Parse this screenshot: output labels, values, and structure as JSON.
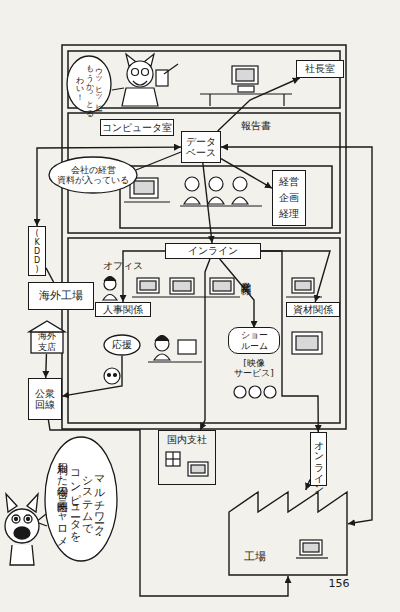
{
  "diagram": {
    "nodes": [
      {
        "text": [
          "社長室"
        ]
      },
      {
        "text": [
          "ウッヒッヒー もうかっとる わい！"
        ]
      },
      {
        "text": [
          "コンピュータ室"
        ]
      },
      {
        "text": [
          "データ ベース"
        ]
      },
      {
        "text": [
          "会社の経営 資料が入っている"
        ]
      },
      {
        "text": [
          "経営 企画 経理"
        ]
      },
      {
        "text": [
          "(KDD)"
        ]
      },
      {
        "text": [
          "海外工場"
        ]
      },
      {
        "text": [
          "インライン"
        ]
      },
      {
        "text": [
          "人事関係"
        ]
      },
      {
        "text": [
          "資材関係"
        ]
      },
      {
        "text": [
          "海外 支店"
        ]
      },
      {
        "text": [
          "応援"
        ]
      },
      {
        "text": [
          "ショー ルーム",
          "[映像 サービス]"
        ]
      },
      {
        "text": [
          "公衆 回線"
        ]
      },
      {
        "text": [
          "国内支社"
        ]
      },
      {
        "text": [
          "オンライン"
        ]
      },
      {
        "text": [
          "工場"
        ]
      },
      {
        "text": [
          "マルチワーク・ システムで コンピュータを 利用した場合の 略図ニャロメ"
        ]
      }
    ],
    "edges": [
      {
        "from": 3,
        "to": 0,
        "arrow": "to",
        "label": "報告書"
      },
      {
        "from": 3,
        "to": 5,
        "arrow": "to"
      },
      {
        "from": 3,
        "to": 8,
        "arrow": "to"
      },
      {
        "from": 6,
        "to": 3,
        "arrow": "both"
      },
      {
        "from": 6,
        "to": 7,
        "arrow": "none"
      },
      {
        "from": 3,
        "to": 17,
        "arrow": "both"
      },
      {
        "from": 8,
        "to": 15,
        "arrow": "to"
      },
      {
        "from": 8,
        "to": 16,
        "arrow": "to"
      },
      {
        "from": 16,
        "to": 17,
        "arrow": "to"
      },
      {
        "from": 11,
        "to": 14,
        "arrow": "to"
      },
      {
        "from": 12,
        "to": 14,
        "arrow": "to"
      },
      {
        "from": 14,
        "to": 17,
        "arrow": "to"
      },
      {
        "from": 8,
        "to": 9,
        "arrow": "to"
      },
      {
        "from": 8,
        "to": 10,
        "arrow": "to"
      },
      {
        "from": 8,
        "to": 13,
        "arrow": "to"
      }
    ],
    "labels": [
      "オフィス",
      "営業 関係",
      "156"
    ]
  }
}
